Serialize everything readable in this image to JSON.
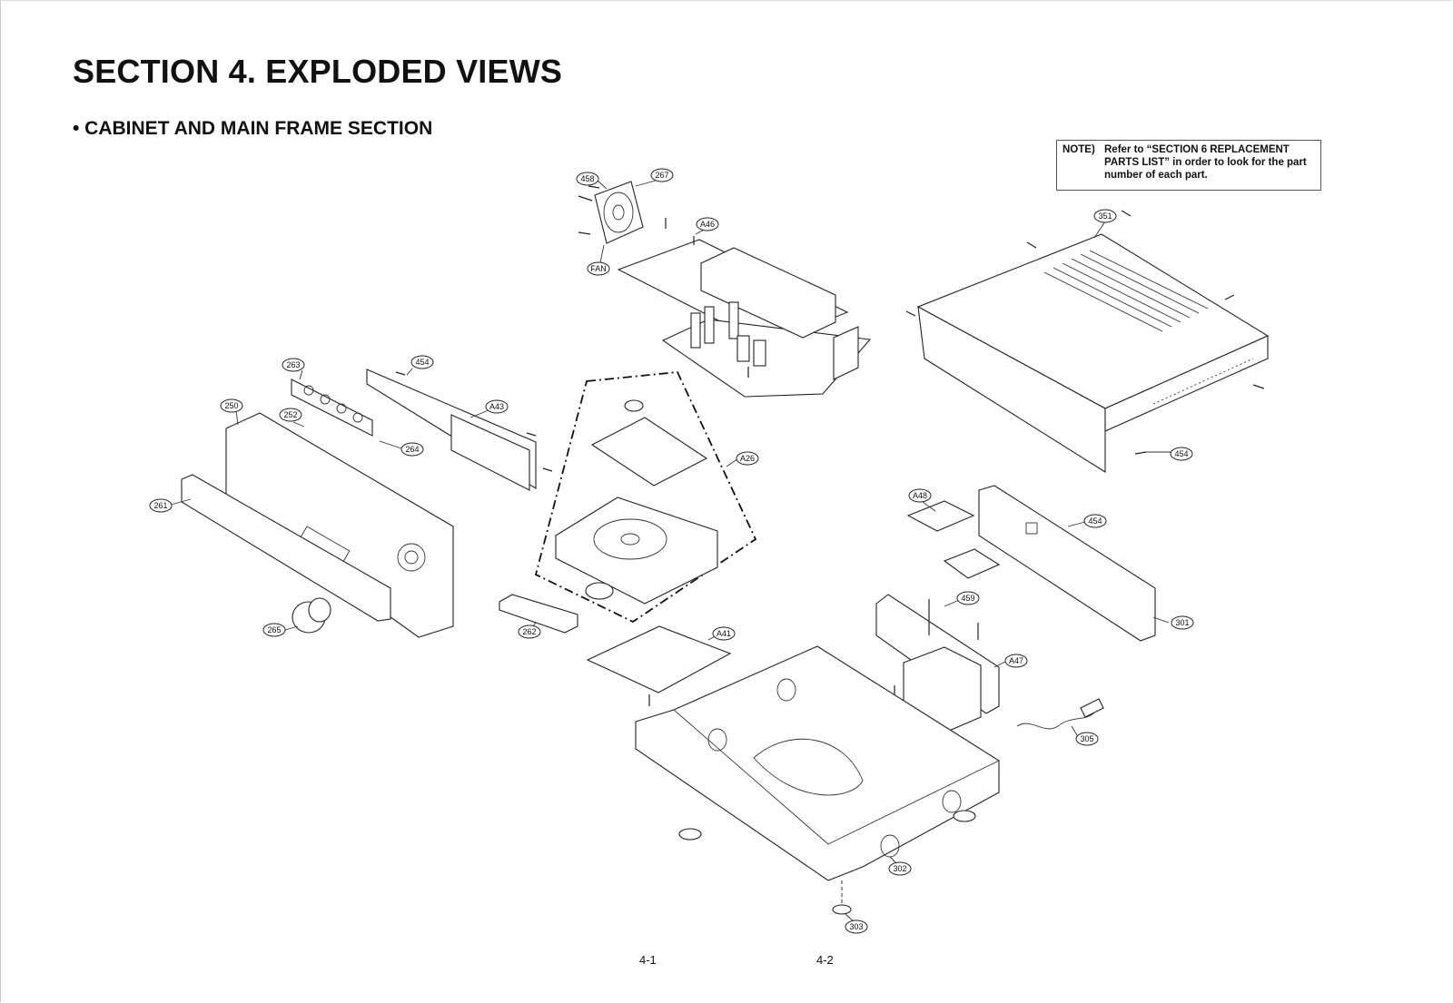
{
  "title": "SECTION 4. EXPLODED VIEWS",
  "subtitle": "• CABINET AND MAIN FRAME SECTION",
  "note": {
    "label": "NOTE)",
    "text": "Refer to “SECTION 6 REPLACEMENT PARTS LIST” in order to look for the part number of each part."
  },
  "callouts": {
    "c458": "458",
    "c267": "267",
    "cFAN": "FAN",
    "cA46": "A46",
    "c351": "351",
    "c263": "263",
    "c454a": "454",
    "c250": "250",
    "c252": "252",
    "cA43": "A43",
    "c264": "264",
    "cA26": "A26",
    "c261": "261",
    "c454b": "454",
    "cA48": "A48",
    "c454c": "454",
    "c265": "265",
    "c262": "262",
    "cA41": "A41",
    "c459": "459",
    "c301": "301",
    "cA47": "A47",
    "c305": "305",
    "c302": "302",
    "c303": "303"
  },
  "page_numbers": {
    "left": "4-1",
    "right": "4-2"
  }
}
